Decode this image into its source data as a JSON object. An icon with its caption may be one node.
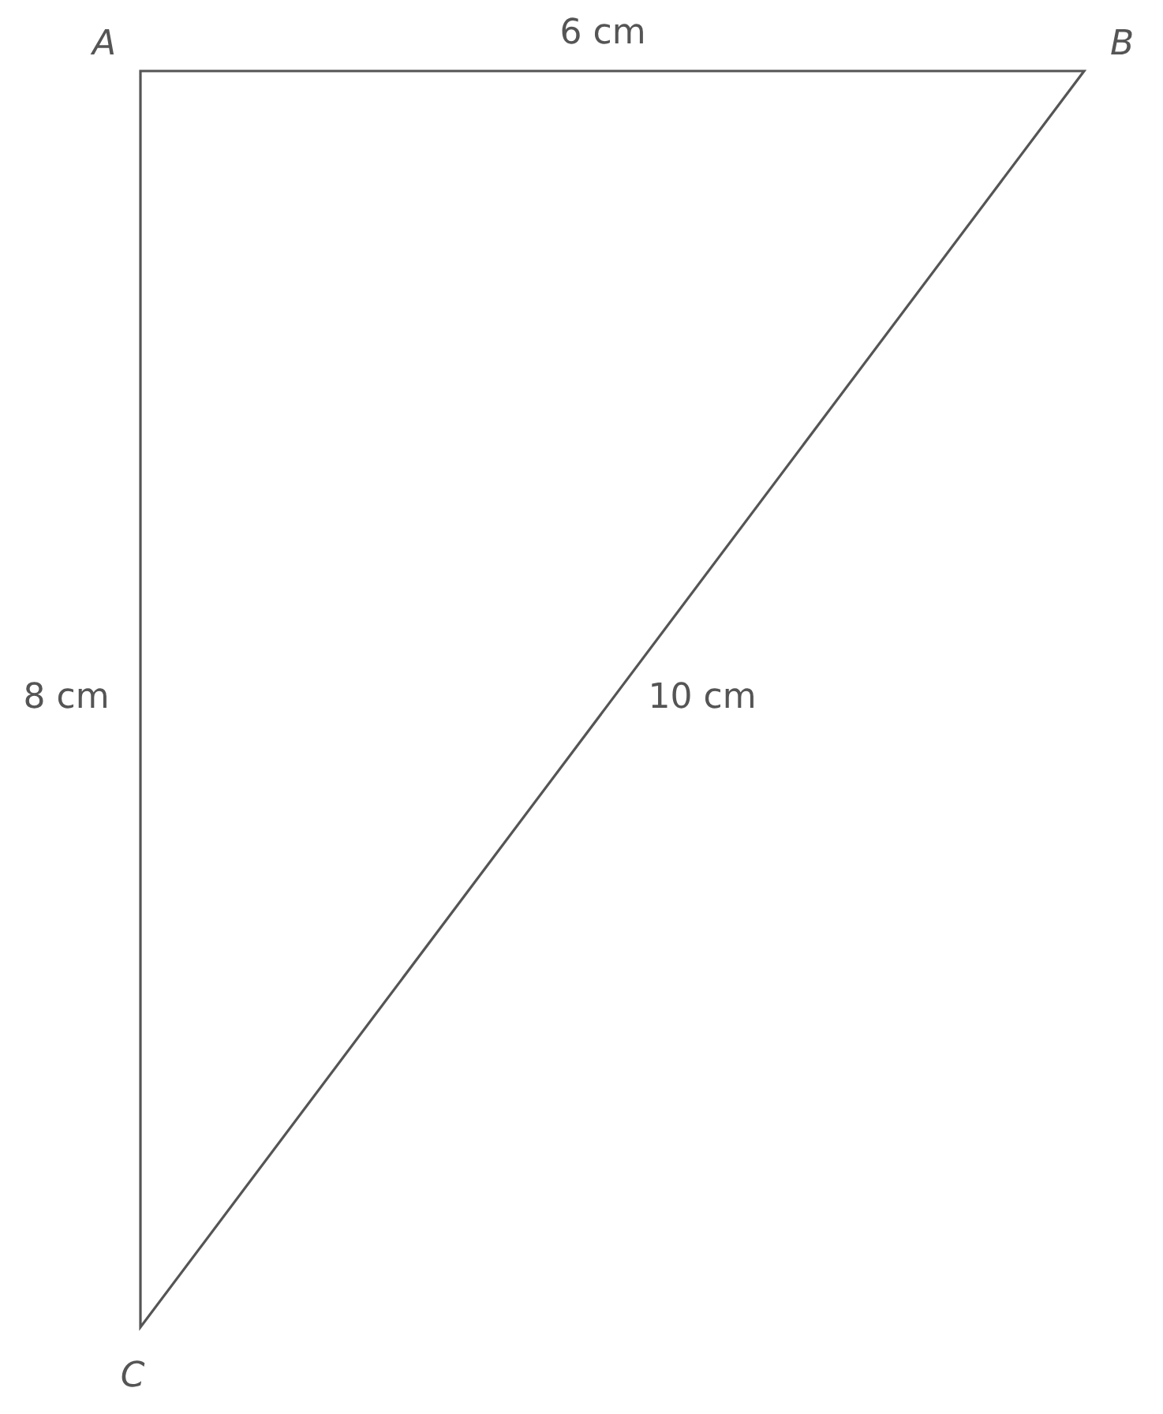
{
  "diagram": {
    "labels": [
      "A",
      "6 cm",
      "B",
      "8 cm",
      "10 cm",
      "C"
    ]
  }
}
